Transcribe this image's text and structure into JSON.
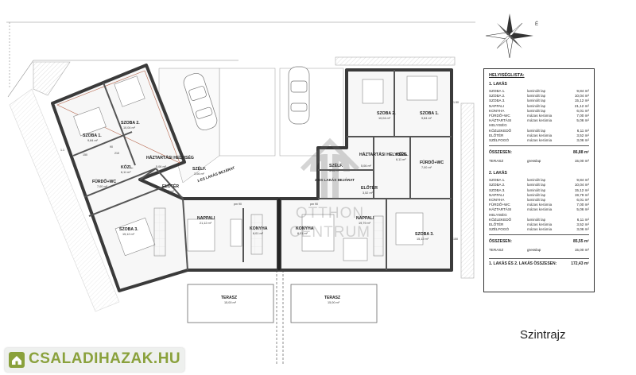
{
  "caption": "Szintrajz",
  "watermark": {
    "line1": "OTTHON",
    "line2": "CENTRUM"
  },
  "brand": {
    "text": "CSALADIHAZAK.HU",
    "color": "#8aa13c"
  },
  "compass": {
    "north_label": "É"
  },
  "plan": {
    "rooms_left": [
      {
        "name": "SZOBA 2.",
        "area": "10,04 m²"
      },
      {
        "name": "SZOBA 1.",
        "area": "9,84 m²"
      },
      {
        "name": "HÁZTARTÁSI HELYISÉG",
        "area": "5,06 m²"
      },
      {
        "name": "KÖZL.",
        "area": "6,11 m²"
      },
      {
        "name": "FÜRDŐ+WC",
        "area": "7,00 m²"
      },
      {
        "name": "SZÉLF.",
        "area": "3,06 m²"
      },
      {
        "name": "ELŐTÉR",
        "area": "3,52 m²"
      },
      {
        "name": "SZOBA 3.",
        "area": "15,12 m²"
      },
      {
        "name": "NAPPALI",
        "area": "21,12 m²"
      },
      {
        "name": "KONYHA",
        "area": "6,01 m²"
      }
    ],
    "rooms_right": [
      {
        "name": "SZOBA 2.",
        "area": "10,04 m²"
      },
      {
        "name": "SZOBA 1.",
        "area": "9,84 m²"
      },
      {
        "name": "HÁZTARTÁSI HELYISÉG",
        "area": "5,06 m²"
      },
      {
        "name": "SZÉLF.",
        "area": "3,06 m²"
      },
      {
        "name": "KÖZL.",
        "area": "6,11 m²"
      },
      {
        "name": "FÜRDŐ+WC",
        "area": "7,00 m²"
      },
      {
        "name": "ELŐTÉR",
        "area": "3,52 m²"
      },
      {
        "name": "NAPPALI",
        "area": "19,79 m²"
      },
      {
        "name": "KONYHA",
        "area": "6,01 m²"
      },
      {
        "name": "SZOBA 3.",
        "area": "15,12 m²"
      }
    ],
    "entries": [
      "1-ES LAKÁS BEJÁRAT",
      "2-ES LAKÁS BEJÁRAT"
    ],
    "terraces": [
      {
        "name": "TERASZ",
        "area": "15,00 m²"
      },
      {
        "name": "TERASZ",
        "area": "15,00 m²"
      }
    ],
    "dims": [
      "90",
      "210",
      "150",
      "pm 90",
      "pm 90",
      "150",
      "1.50",
      "1.1"
    ]
  },
  "legend": {
    "title": "HELYISÉGLISTA:",
    "sections": [
      {
        "title": "1. LAKÁS",
        "rows": [
          {
            "name": "SZOBA 1.",
            "floor": "laminált lap",
            "area": "9,84 m²"
          },
          {
            "name": "SZOBA 2.",
            "floor": "laminált lap",
            "area": "10,04 m²"
          },
          {
            "name": "SZOBA 3.",
            "floor": "laminált lap",
            "area": "15,12 m²"
          },
          {
            "name": "NAPPALI",
            "floor": "laminált lap",
            "area": "21,12 m²"
          },
          {
            "name": "KONYHA",
            "floor": "laminált lap",
            "area": "6,01 m²"
          },
          {
            "name": "FÜRDŐ+WC",
            "floor": "mázas kerámia",
            "area": "7,00 m²"
          },
          {
            "name": "HÁZTARTÁSI HELYISÉG",
            "floor": "mázas kerámia",
            "area": "5,06 m²"
          },
          {
            "name": "KÖZLEKEDŐ",
            "floor": "laminált lap",
            "area": "6,11 m²"
          },
          {
            "name": "ELŐTÉR",
            "floor": "mázas kerámia",
            "area": "3,52 m²"
          },
          {
            "name": "SZÉLFOGÓ",
            "floor": "mázas kerámia",
            "area": "3,06 m²"
          }
        ],
        "sum_label": "ÖSSZESEN:",
        "sum_value": "86,88 m²",
        "terrace": {
          "name": "TERASZ",
          "floor": "gresslap",
          "area": "15,00 m²"
        }
      },
      {
        "title": "2. LAKÁS",
        "rows": [
          {
            "name": "SZOBA 1.",
            "floor": "laminált lap",
            "area": "9,84 m²"
          },
          {
            "name": "SZOBA 2.",
            "floor": "laminált lap",
            "area": "10,04 m²"
          },
          {
            "name": "SZOBA 3.",
            "floor": "laminált lap",
            "area": "15,12 m²"
          },
          {
            "name": "NAPPALI",
            "floor": "laminált lap",
            "area": "19,79 m²"
          },
          {
            "name": "KONYHA",
            "floor": "laminált lap",
            "area": "6,01 m²"
          },
          {
            "name": "FÜRDŐ+WC",
            "floor": "mázas kerámia",
            "area": "7,00 m²"
          },
          {
            "name": "HÁZTARTÁSI HELYISÉG",
            "floor": "mázas kerámia",
            "area": "5,06 m²"
          },
          {
            "name": "KÖZLEKEDŐ",
            "floor": "laminált lap",
            "area": "6,11 m²"
          },
          {
            "name": "ELŐTÉR",
            "floor": "mázas kerámia",
            "area": "3,52 m²"
          },
          {
            "name": "SZÉLFOGÓ",
            "floor": "mázas kerámia",
            "area": "3,06 m²"
          }
        ],
        "sum_label": "ÖSSZESEN:",
        "sum_value": "85,55 m²",
        "terrace": {
          "name": "TERASZ",
          "floor": "gresslap",
          "area": "15,00 m²"
        }
      }
    ],
    "total_label": "1. LAKÁS ÉS 2. LAKÁS ÖSSZESEN:",
    "total_value": "172,43 m²"
  }
}
